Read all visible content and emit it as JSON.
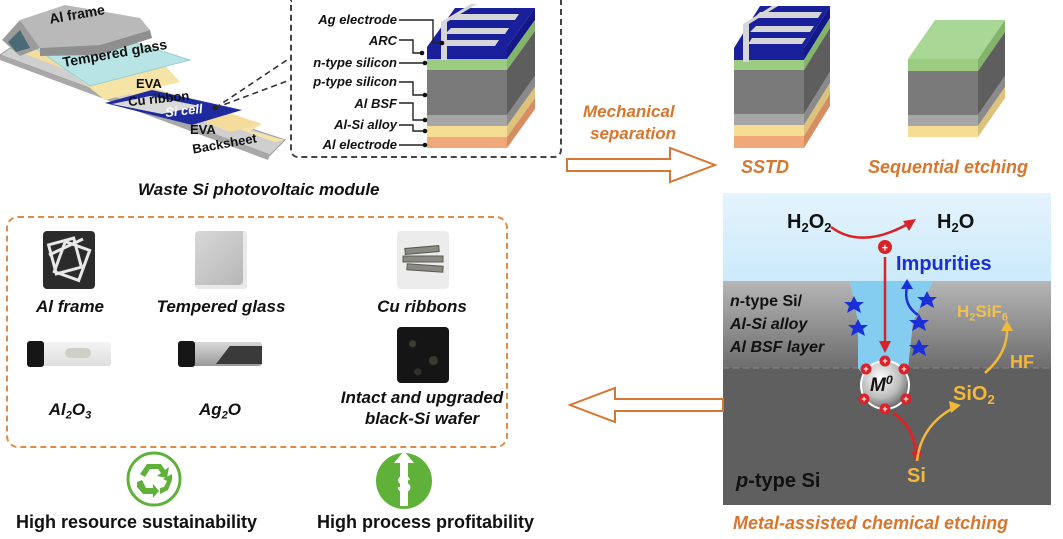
{
  "module": {
    "title": "Waste Si photovoltaic module",
    "layers": [
      "Al frame",
      "Tempered glass",
      "EVA",
      "Cu ribbon",
      "Si cell",
      "EVA",
      "Backsheet"
    ]
  },
  "cell_detail": {
    "layers": [
      "Ag electrode",
      "ARC",
      "n-type silicon",
      "p-type silicon",
      "Al BSF",
      "Al-Si alloy",
      "Al electrode"
    ]
  },
  "arrow_top": {
    "line1": "Mechanical",
    "line2": "separation"
  },
  "methods": {
    "sstd": "SSTD",
    "sequential": "Sequential etching",
    "mace": "Metal-assisted chemical etching"
  },
  "mace_diagram": {
    "h2o2": "H₂O₂",
    "h2o": "H₂O",
    "impurities": "Impurities",
    "layer_n": "n-type Si/",
    "layer_alsi": "Al-Si alloy",
    "layer_bsf": "Al BSF layer",
    "p_type": "p-type Si",
    "metal": "M",
    "metal_sup": "0",
    "si": "Si",
    "sio2": "SiO",
    "sio2_sub": "2",
    "hf": "HF",
    "h2sif6": "H₂SiF₆"
  },
  "products": [
    {
      "label": "Al frame"
    },
    {
      "label": "Tempered glass"
    },
    {
      "label": "Cu ribbons"
    },
    {
      "label_main": "Al",
      "label_sub1": "2",
      "label_mid": "O",
      "label_sub2": "3"
    },
    {
      "label_main": "Ag",
      "label_sub1": "2",
      "label_mid": "O"
    },
    {
      "label_line1": "Intact and upgraded",
      "label_line2": "black-Si wafer"
    }
  ],
  "benefits": [
    {
      "label": "High resource sustainability",
      "icon": "recycle-icon"
    },
    {
      "label": "High process profitability",
      "icon": "dollar-up-icon"
    }
  ],
  "colors": {
    "accent_orange": "#d8752e",
    "green": "#5fb13a",
    "si_blue": "#1a1f9c",
    "arc_green": "#9ccc82",
    "gray": "#6e6e6e",
    "yellow": "#f6dd94",
    "peach": "#f0a77a",
    "etch_yellow": "#f2b83a",
    "impurity_blue": "#1a2fd6"
  }
}
